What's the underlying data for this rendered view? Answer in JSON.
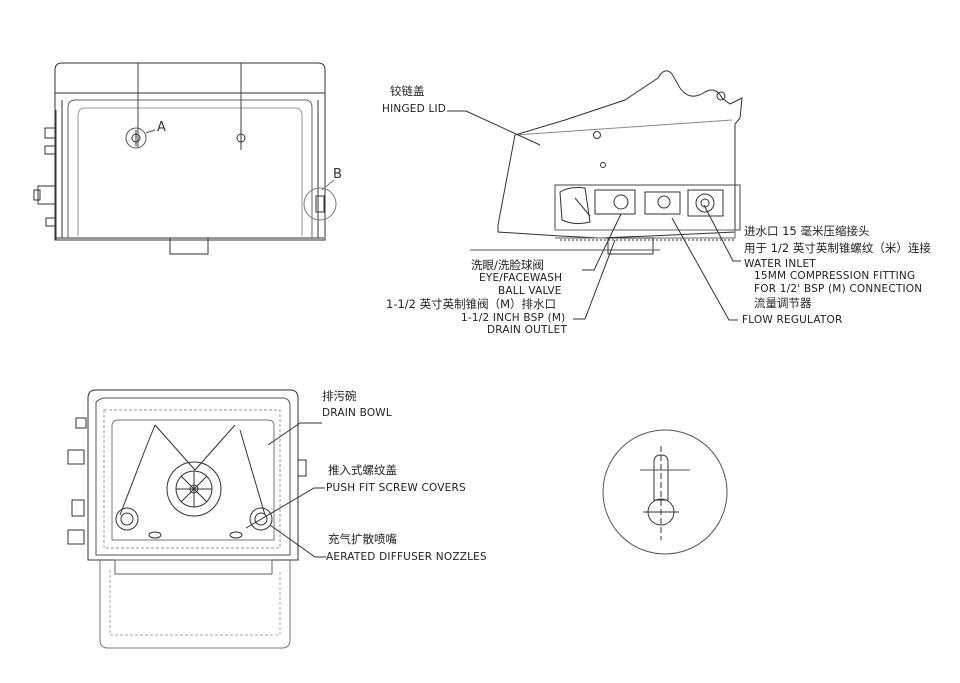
{
  "marks": {
    "a": "A",
    "b": "B"
  },
  "labels": {
    "hinged_lid_cn": "铰链盖",
    "hinged_lid_en": "HINGED LID",
    "water_inlet_cn_1": "进水口 15 毫米压缩接头",
    "water_inlet_cn_2": "用于 1/2 英寸英制锥螺纹（米）连接",
    "water_inlet_en_1": "WATER INLET",
    "water_inlet_en_2": "15MM COMPRESSION FITTING",
    "water_inlet_en_3": "FOR 1/2' BSP (M) CONNECTION",
    "flow_regulator_cn": "流量调节器",
    "flow_regulator_en": "FLOW REGULATOR",
    "ball_valve_cn": "洗眼/洗脸球阀",
    "ball_valve_en_1": "EYE/FACEWASH",
    "ball_valve_en_2": "BALL VALVE",
    "drain_outlet_cn": "1-1/2 英寸英制锥阀（M）排水口",
    "drain_outlet_en_1": "1-1/2 INCH BSP (M)",
    "drain_outlet_en_2": "DRAIN OUTLET",
    "drain_bowl_cn": "排污碗",
    "drain_bowl_en": "DRAIN BOWL",
    "screw_covers_cn": "推入式螺纹盖",
    "screw_covers_en": "PUSH FIT SCREW COVERS",
    "nozzles_cn": "充气扩散喷嘴",
    "nozzles_en": "AERATED DIFFUSER NOZZLES"
  }
}
